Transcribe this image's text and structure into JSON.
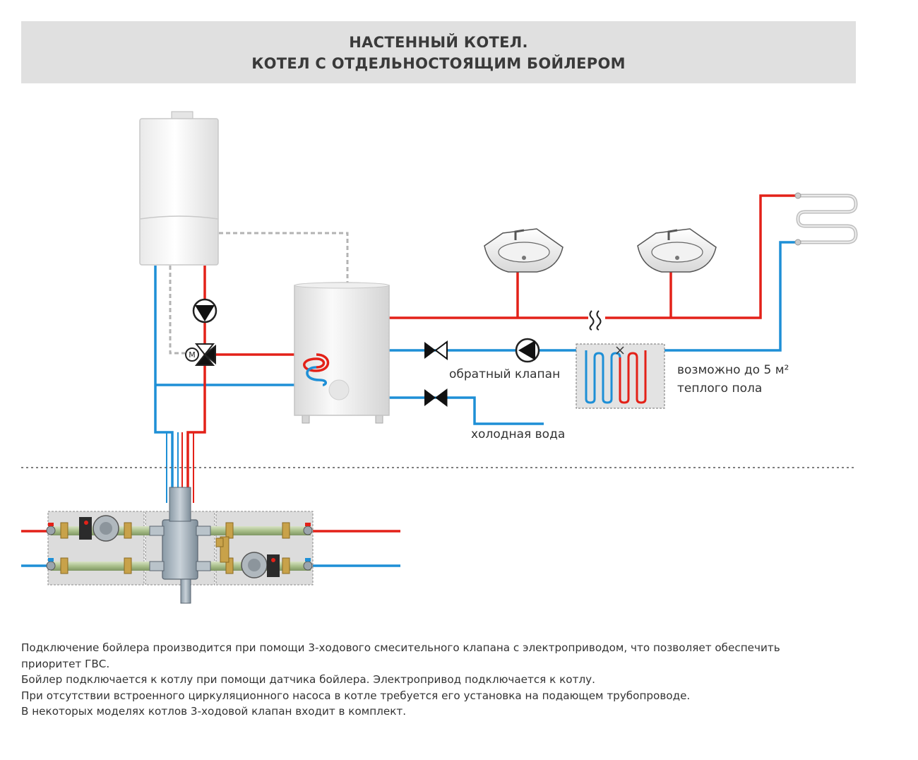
{
  "header": {
    "title_line1": "НАСТЕННЫЙ КОТЕЛ.",
    "title_line2": "КОТЕЛ С ОТДЕЛЬНОСТОЯЩИМ БОЙЛЕРОМ"
  },
  "labels": {
    "check_valve": "обратный клапан",
    "cold_water": "холодная вода",
    "floor_heating_line1": "возможно до 5 м²",
    "floor_heating_line2": "теплого пола",
    "motor_symbol": "M"
  },
  "colors": {
    "hot_pipe": "#e32118",
    "cold_pipe": "#1e8fd6",
    "signal_line": "#b3b3b3",
    "header_bg": "#e0e0e0"
  },
  "notes": [
    "Подключение бойлера производится при помощи 3-ходового смесительного клапана с электроприводом, что позволяет обеспечить",
    "приоритет ГВС.",
    "Бойлер подключается к котлу при помощи датчика бойлера. Электропривод подключается к котлу.",
    "При отсутствии встроенного циркуляционного насоса в котле требуется его установка на подающем трубопроводе.",
    "В некоторых моделях котлов 3-ходовой клапан входит в комплект."
  ]
}
